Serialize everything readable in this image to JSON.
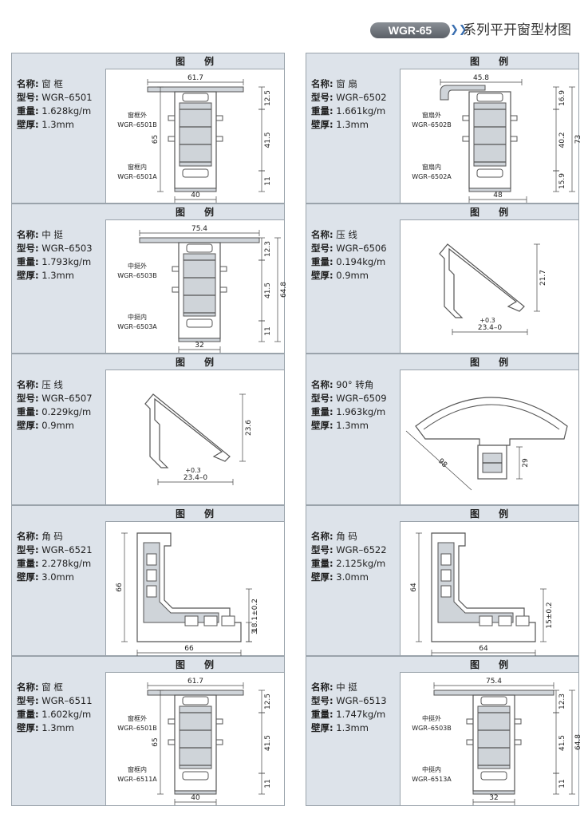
{
  "header": {
    "badge": "WGR-65",
    "title": "系列平开窗型材图"
  },
  "caption": "图例",
  "labels": {
    "name": "名称:",
    "model": "型号:",
    "weight": "重量:",
    "wall": "壁厚:"
  },
  "panels": [
    {
      "name": "窗 框",
      "model": "WGR–6501",
      "weight": "1.628kg/m",
      "wall": "1.3mm",
      "parts": {
        "outer": "窗框外",
        "outer_code": "WGR–6501B",
        "inner": "窗框内",
        "inner_code": "WGR–6501A"
      },
      "dims": {
        "top": "61.7",
        "bottom": "40",
        "height": "65",
        "d1": "12.5",
        "d2": "41.5",
        "d3": "11"
      }
    },
    {
      "name": "窗 扇",
      "model": "WGR–6502",
      "weight": "1.661kg/m",
      "wall": "1.3mm",
      "parts": {
        "outer": "窗扇外",
        "outer_code": "WGR–6502B",
        "inner": "窗扇内",
        "inner_code": "WGR–6502A"
      },
      "dims": {
        "top": "45.8",
        "bottom": "48",
        "height": "73",
        "d1": "16.9",
        "d2": "40.2",
        "d3": "15.9"
      }
    },
    {
      "name": "中 挺",
      "model": "WGR–6503",
      "weight": "1.793kg/m",
      "wall": "1.3mm",
      "parts": {
        "outer": "中挺外",
        "outer_code": "WGR–6503B",
        "inner": "中挺内",
        "inner_code": "WGR–6503A"
      },
      "dims": {
        "top": "75.4",
        "bottom": "32",
        "height": "64.8",
        "d1": "12.3",
        "d2": "41.5",
        "d3": "11"
      }
    },
    {
      "name": "压 线",
      "model": "WGR–6506",
      "weight": "0.194kg/m",
      "wall": "0.9mm",
      "dims": {
        "height": "21.7",
        "tol": "+0.3",
        "width": "23.4–0"
      }
    },
    {
      "name": "压 线",
      "model": "WGR–6507",
      "weight": "0.229kg/m",
      "wall": "0.9mm",
      "dims": {
        "height": "23.6",
        "tol": "+0.3",
        "width": "23.4–0"
      }
    },
    {
      "name": "90° 转角",
      "model": "WGR–6509",
      "weight": "1.963kg/m",
      "wall": "1.3mm",
      "dims": {
        "h": "29",
        "diag": "98"
      }
    },
    {
      "name": "角 码",
      "model": "WGR–6521",
      "weight": "2.278kg/m",
      "wall": "3.0mm",
      "dims": {
        "h": "66",
        "w": "66",
        "d1": "18.1±0.2",
        "d2": "3"
      }
    },
    {
      "name": "角 码",
      "model": "WGR–6522",
      "weight": "2.125kg/m",
      "wall": "3.0mm",
      "dims": {
        "h": "64",
        "w": "64",
        "d1": "15±0.2"
      }
    },
    {
      "name": "窗 框",
      "model": "WGR–6511",
      "weight": "1.602kg/m",
      "wall": "1.3mm",
      "parts": {
        "outer": "窗框外",
        "outer_code": "WGR–6501B",
        "inner": "窗框内",
        "inner_code": "WGR–6511A"
      },
      "dims": {
        "top": "61.7",
        "bottom": "40",
        "height": "65",
        "d1": "12.5",
        "d2": "41.5",
        "d3": "11"
      }
    },
    {
      "name": "中 挺",
      "model": "WGR–6513",
      "weight": "1.747kg/m",
      "wall": "1.3mm",
      "parts": {
        "outer": "中挺外",
        "outer_code": "WGR–6503B",
        "inner": "中挺内",
        "inner_code": "WGR–6513A"
      },
      "dims": {
        "top": "75.4",
        "bottom": "32",
        "height": "64.8",
        "d1": "12.3",
        "d2": "41.5",
        "d3": "11"
      }
    }
  ]
}
